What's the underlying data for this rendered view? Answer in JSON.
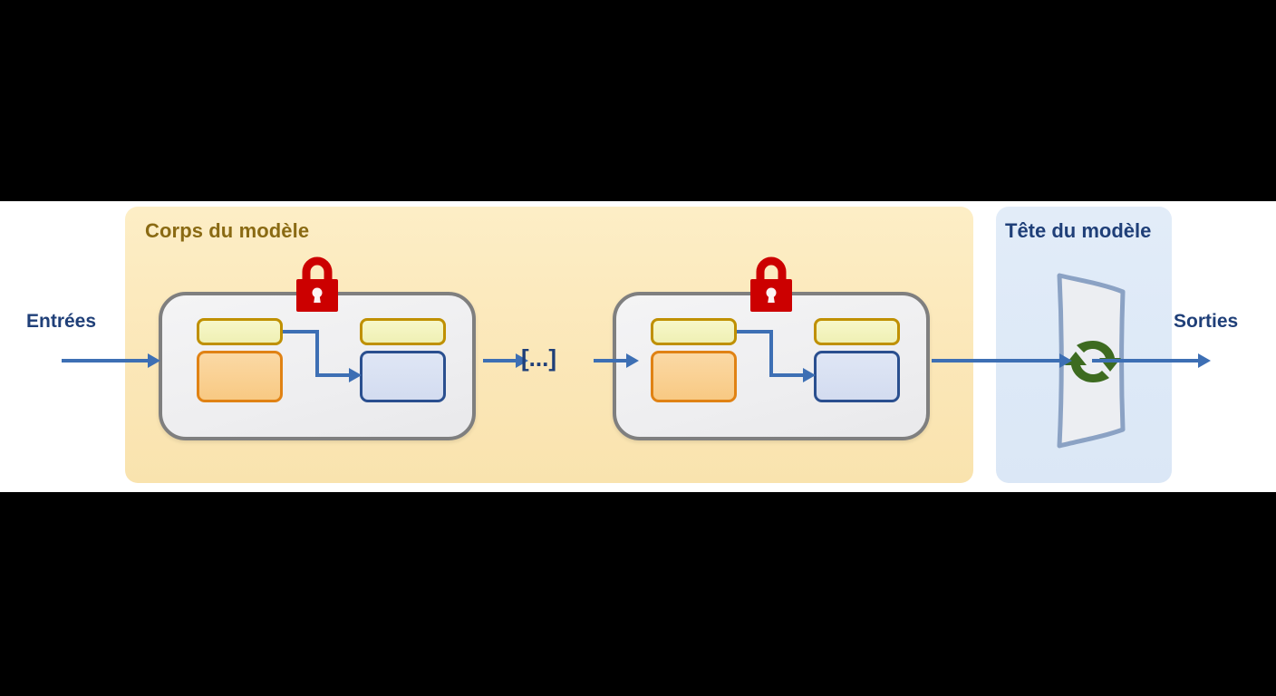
{
  "figure": {
    "title_body": "Corps du modèle",
    "title_head": "Tête du modèle",
    "label_inputs": "Entrées",
    "label_outputs": "Sorties",
    "ellipsis": "[...]",
    "colors": {
      "body_panel_fill": "#fbe7b8",
      "body_panel_title": "#8a6a13",
      "head_panel_fill": "#dde9f7",
      "head_panel_title": "#1f3f78",
      "block_border": "#7f7f7f",
      "block_fill": "#eeeef0",
      "arrow": "#3d6fb4",
      "lock": "#cc0000",
      "recycle": "#3d6b20",
      "norm_fill": "#f2f3bb",
      "norm_border": "#bf9000",
      "attn_fill": "#f9cf92",
      "attn_border": "#e08214",
      "ffn_fill": "#d9e1f3",
      "ffn_border": "#2a4f8f",
      "letterbox": "#000000",
      "band": "#ffffff"
    },
    "blocks": [
      {
        "name": "block-1",
        "lock_icon": "lock-icon",
        "sub_boxes": [
          "norm-box",
          "attention-box",
          "norm-box",
          "feedforward-box"
        ]
      },
      {
        "name": "block-2",
        "lock_icon": "lock-icon",
        "sub_boxes": [
          "norm-box",
          "attention-box",
          "norm-box",
          "feedforward-box"
        ]
      }
    ],
    "head": {
      "plate_icon": "plate-shape",
      "icon": "recycle-icon"
    },
    "arrows": [
      "arrow-input-to-block-1",
      "arrow-block-1-to-ellipsis",
      "arrow-ellipsis-to-block-2",
      "arrow-block-2-to-head",
      "arrow-head-to-output"
    ]
  }
}
